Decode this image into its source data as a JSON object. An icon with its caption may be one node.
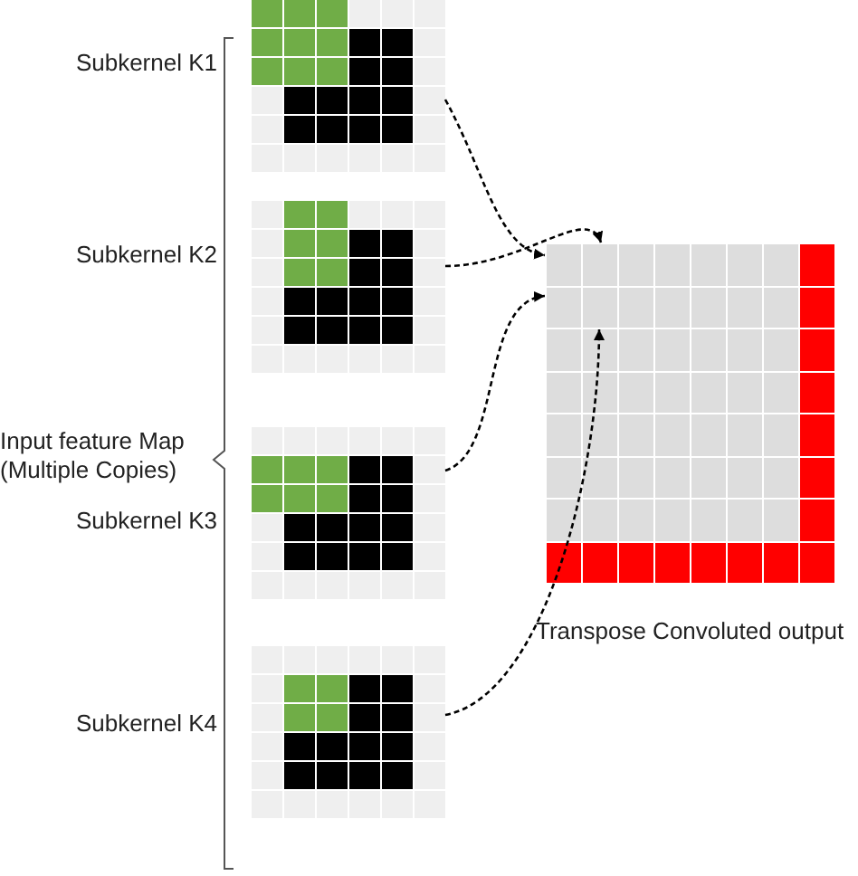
{
  "diagram": {
    "nodes": [
      {
        "text": [],
        "shape": "grid",
        "beside": [
          "Subkernel K1"
        ]
      },
      {
        "text": [],
        "shape": "grid",
        "beside": [
          "Subkernel K2"
        ]
      },
      {
        "text": [],
        "shape": "grid",
        "beside": [
          "Subkernel K3"
        ]
      },
      {
        "text": [],
        "shape": "grid",
        "beside": [
          "Subkernel K4"
        ]
      },
      {
        "text": [],
        "shape": "grid",
        "beside": [
          "Transpose Convoluted output"
        ]
      },
      {
        "text": [],
        "shape": "box",
        "in": 4
      },
      {
        "text": [],
        "shape": "box",
        "in": 4
      },
      {
        "text": [],
        "shape": "box",
        "in": 4
      },
      {
        "text": [],
        "shape": "box",
        "in": 4
      }
    ],
    "edges": [
      {
        "from": 0,
        "to": 5,
        "arrow": "to",
        "style": "dashed"
      },
      {
        "from": 1,
        "to": 6,
        "arrow": "to",
        "style": "dashed"
      },
      {
        "from": 2,
        "to": 7,
        "arrow": "to",
        "style": "dashed"
      },
      {
        "from": 3,
        "to": 8,
        "arrow": "to",
        "style": "dashed"
      }
    ],
    "labels": [
      "Input feature Map (Multiple Copies)"
    ]
  }
}
